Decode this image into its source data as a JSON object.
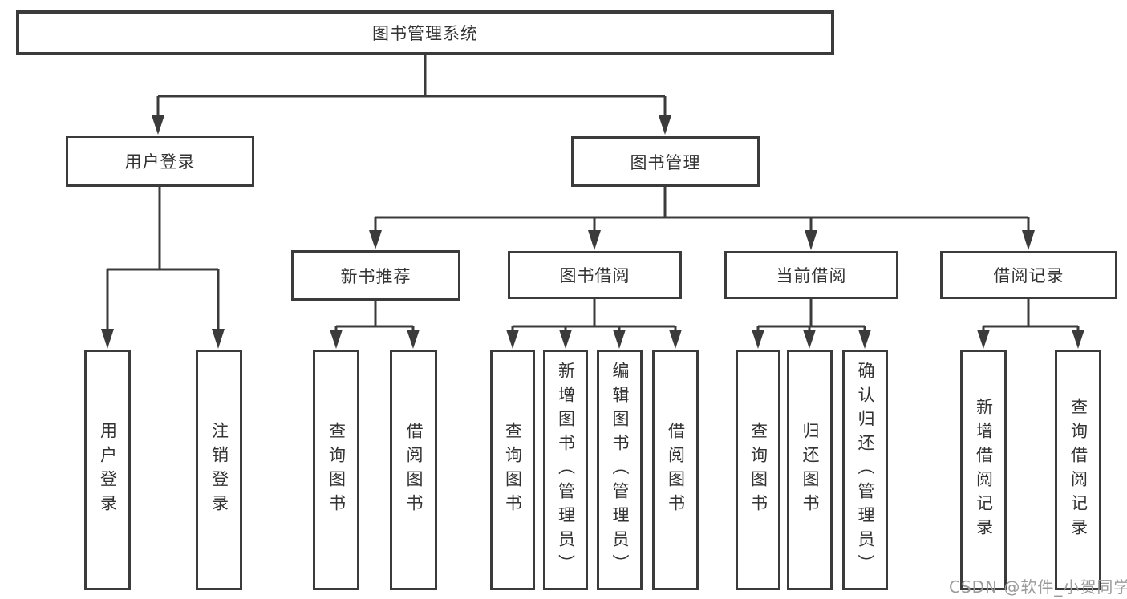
{
  "diagram": {
    "root": {
      "label": "图书管理系统"
    },
    "branches": [
      {
        "label": "用户登录",
        "children": [
          {
            "label": "用户登录"
          },
          {
            "label": "注销登录"
          }
        ]
      },
      {
        "label": "图书管理",
        "children": [
          {
            "label": "新书推荐",
            "children": [
              {
                "label": "查询图书"
              },
              {
                "label": "借阅图书"
              }
            ]
          },
          {
            "label": "图书借阅",
            "children": [
              {
                "label": "查询图书"
              },
              {
                "label": "新增图书（管理员）"
              },
              {
                "label": "编辑图书（管理员）"
              },
              {
                "label": "借阅图书"
              }
            ]
          },
          {
            "label": "当前借阅",
            "children": [
              {
                "label": "查询图书"
              },
              {
                "label": "归还图书"
              },
              {
                "label": "确认归还（管理员）"
              }
            ]
          },
          {
            "label": "借阅记录",
            "children": [
              {
                "label": "新增借阅记录"
              },
              {
                "label": "查询借阅记录"
              }
            ]
          }
        ]
      }
    ]
  },
  "watermark": {
    "text": "CSDN @软件_小贺同学"
  },
  "colors": {
    "line": "#3b3b3b",
    "text": "#333333",
    "watermark": "#9b9b9b",
    "background": "#ffffff"
  }
}
